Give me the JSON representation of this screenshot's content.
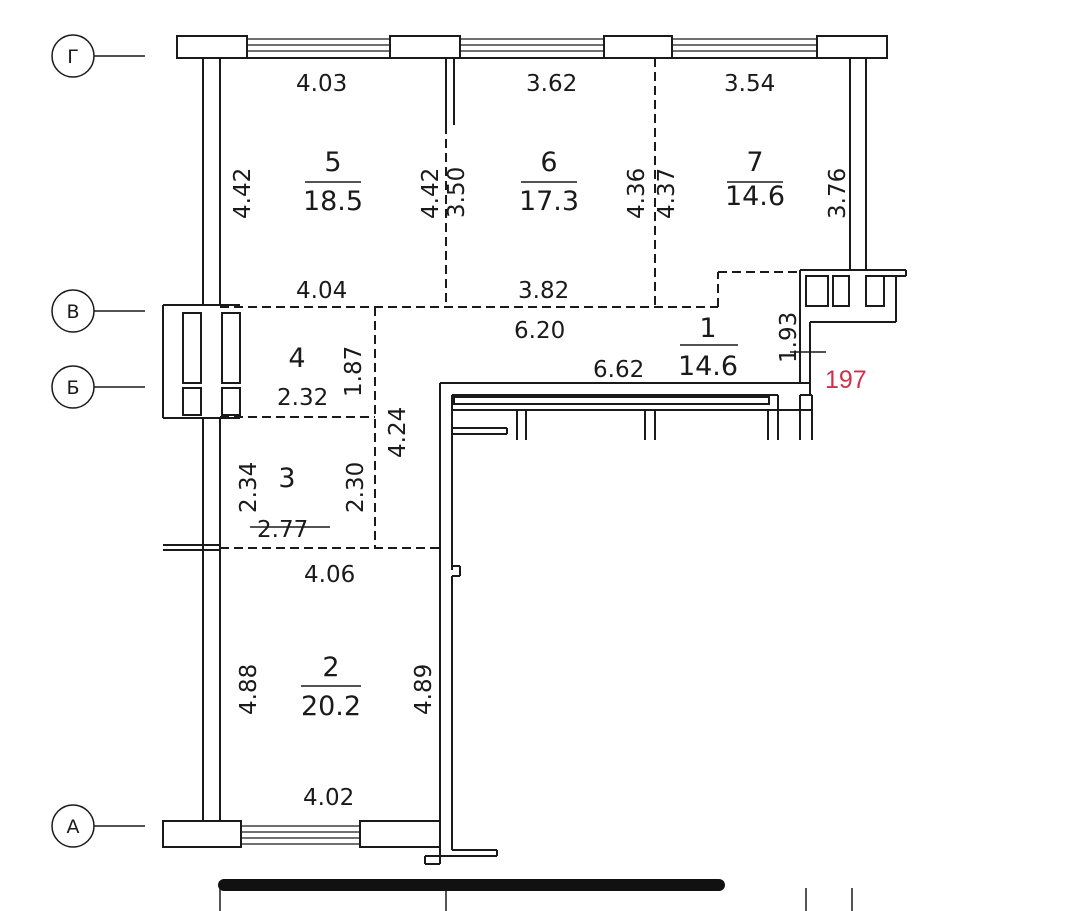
{
  "axes": [
    {
      "id": "g",
      "label": "Г"
    },
    {
      "id": "v",
      "label": "В"
    },
    {
      "id": "b",
      "label": "Б"
    },
    {
      "id": "a",
      "label": "А"
    }
  ],
  "rooms": [
    {
      "id": "r1",
      "number": "1",
      "area": "14.6"
    },
    {
      "id": "r2",
      "number": "2",
      "area": "20.2"
    },
    {
      "id": "r3",
      "number": "3",
      "area": ""
    },
    {
      "id": "r4",
      "number": "4",
      "area": ""
    },
    {
      "id": "r5",
      "number": "5",
      "area": "18.5"
    },
    {
      "id": "r6",
      "number": "6",
      "area": "17.3"
    },
    {
      "id": "r7",
      "number": "7",
      "area": "14.6"
    }
  ],
  "dimensions": {
    "r5_top": "4.03",
    "r6_top": "3.62",
    "r7_top": "3.54",
    "r5_left": "4.42",
    "r5_right": "4.42",
    "r6_left": "3.50",
    "r6_right": "4.36",
    "r7_left": "4.37",
    "r7_right": "3.76",
    "r5_bottom": "4.04",
    "r6_bottom": "3.82",
    "corridor_top": "6.20",
    "corridor_bottom": "6.62",
    "corridor_side": "1.93",
    "r4_height": "1.87",
    "r4_width": "2.32",
    "hall_height": "4.24",
    "r3_left": "2.34",
    "r3_right": "2.30",
    "r3_width": "2.77",
    "r2_top": "4.06",
    "r2_left": "4.88",
    "r2_right": "4.89",
    "r2_bottom": "4.02"
  },
  "mark": "197"
}
